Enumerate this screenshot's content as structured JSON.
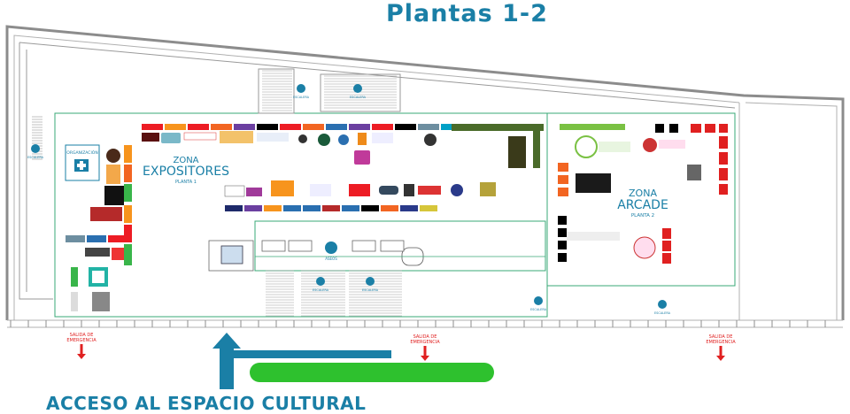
{
  "title": "Plantas 1-2",
  "access_label": "ACCESO AL ESPACIO CULTURAL",
  "zones": {
    "expositores": {
      "zona": "ZONA",
      "name": "EXPOSITORES",
      "floor": "PLANTA 1"
    },
    "arcade": {
      "zona": "ZONA",
      "name": "ARCADE",
      "floor": "PLANTA 2"
    }
  },
  "organizacion_label": "ORGANIZACIÓN",
  "emergency_exit": [
    "SALIDA DE",
    "EMERGENCIA"
  ],
  "stair_label": "ESCALERA",
  "toilet_label": "ASEOS",
  "colors": {
    "primary_blue": "#1a7fa6",
    "emergency_red": "#e02020",
    "access_green": "#2ec12e",
    "wall_grey": "#8c8c8c",
    "floor_green": "#2e9a4a"
  }
}
